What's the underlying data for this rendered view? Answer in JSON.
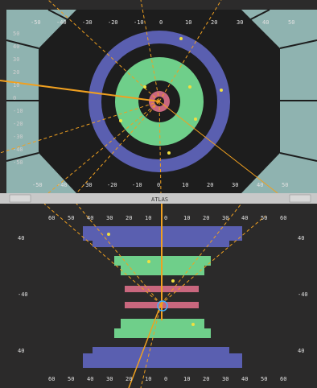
{
  "top_view": {
    "x_ticks": [
      "-50",
      "-40",
      "-30",
      "-20",
      "-10",
      "0",
      "10",
      "20",
      "30",
      "40",
      "50"
    ],
    "y_ticks": [
      "50",
      "40",
      "30",
      "20",
      "10",
      "0",
      "-10",
      "-20",
      "-30",
      "-40",
      "-50"
    ],
    "bottom_x_ticks": [
      "-50",
      "-40",
      "-30",
      "-20",
      "-10",
      "0",
      "10",
      "20",
      "30",
      "40",
      "50"
    ]
  },
  "status_strip": {
    "label": "ATLAS"
  },
  "side_view": {
    "x_ticks": [
      "60",
      "50",
      "40",
      "30",
      "20",
      "10",
      "0",
      "10",
      "20",
      "30",
      "40",
      "50",
      "60"
    ],
    "left_y_ticks": [
      "40",
      "-40",
      "40"
    ],
    "right_y_ticks": [
      "40",
      "-40",
      "40"
    ],
    "bottom_x_ticks": [
      "60",
      "50",
      "40",
      "30",
      "20",
      "10",
      "0",
      "10",
      "20",
      "30",
      "40",
      "50",
      "60"
    ]
  },
  "colors": {
    "background": "#2b2a2a",
    "calorimeter_frame": "#8fb3b0",
    "outer_ring": "#5a5fb0",
    "middle_ring": "#6fcf8a",
    "inner_ring": "#c9677e",
    "track": "#f0a020"
  }
}
